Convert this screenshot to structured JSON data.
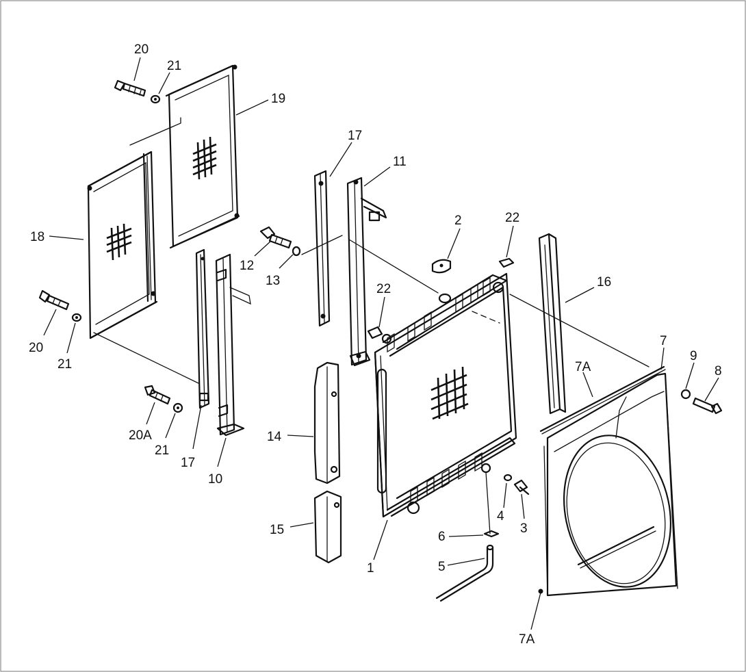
{
  "callouts": {
    "c20_top": "20",
    "c21_top": "21",
    "c19": "19",
    "c18": "18",
    "c20_left": "20",
    "c21_left": "21",
    "c20a": "20A",
    "c21_bottom": "21",
    "c17_left": "17",
    "c10": "10",
    "c12": "12",
    "c13": "13",
    "c17_mid": "17",
    "c11": "11",
    "c14": "14",
    "c15": "15",
    "c22_left": "22",
    "c2": "2",
    "c22_right": "22",
    "c16": "16",
    "c1": "1",
    "c4": "4",
    "c3": "3",
    "c6": "6",
    "c5": "5",
    "c7": "7",
    "c7a_top": "7A",
    "c9": "9",
    "c8": "8",
    "c7a_bottom": "7A"
  },
  "colors": {
    "ink": "#111111",
    "paper": "#ffffff"
  }
}
